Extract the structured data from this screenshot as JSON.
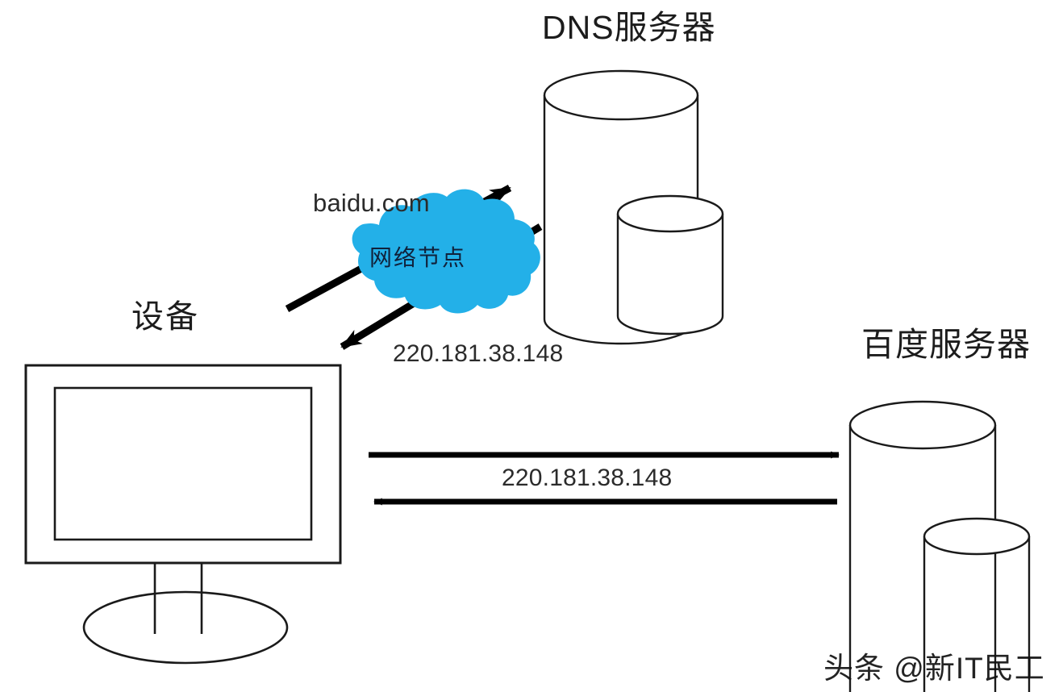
{
  "diagram": {
    "title_dns": "DNS服务器",
    "title_device": "设备",
    "title_baidu": "百度服务器",
    "cloud_label": "网络节点",
    "query_label": "baidu.com",
    "dns_response_ip": "220.181.38.148",
    "server_ip": "220.181.38.148",
    "watermark": "头条 @新IT民工",
    "colors": {
      "cloud_fill": "#23b0e8",
      "stroke": "#1a1a1a",
      "arrow": "#000000",
      "background": "#ffffff",
      "cloud_text": "#10213b"
    },
    "nodes": [
      {
        "name": "device",
        "label": "设备",
        "shape": "monitor"
      },
      {
        "name": "network-node",
        "label": "网络节点",
        "shape": "cloud"
      },
      {
        "name": "dns-server",
        "label": "DNS服务器",
        "shape": "cylinders"
      },
      {
        "name": "baidu-server",
        "label": "百度服务器",
        "shape": "cylinders"
      }
    ],
    "flows": [
      {
        "name": "device-to-dns",
        "label": "baidu.com",
        "from": "device",
        "to": "dns-server",
        "direction": "up-right"
      },
      {
        "name": "dns-to-device",
        "label": "220.181.38.148",
        "from": "dns-server",
        "to": "device",
        "direction": "down-left"
      },
      {
        "name": "device-to-baidu",
        "label": "",
        "from": "device",
        "to": "baidu-server",
        "direction": "right"
      },
      {
        "name": "baidu-to-device",
        "label": "220.181.38.148",
        "from": "baidu-server",
        "to": "device",
        "direction": "left"
      }
    ]
  }
}
